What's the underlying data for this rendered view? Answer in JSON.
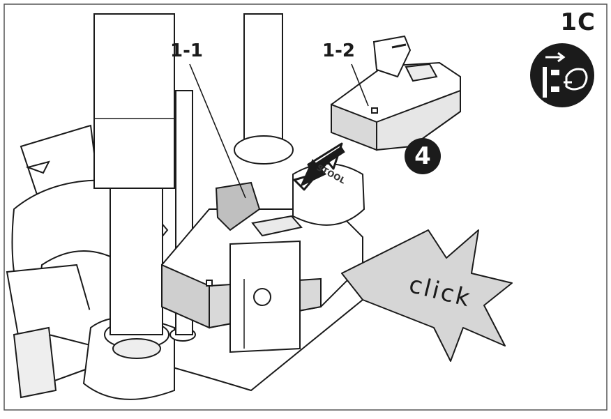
{
  "figure": {
    "id": "1C",
    "labels": {
      "part_1_1": "1-1",
      "part_1_2": "1-2"
    },
    "step_number": "4",
    "action_text": "click",
    "brand_text": "STOOL"
  },
  "icons": {
    "safety_icon": "unplug-power-icon",
    "step_badge": "step-number-badge",
    "starburst": "click-starburst"
  },
  "colors": {
    "line": "#1a1a1a",
    "fill_light": "#ffffff",
    "fill_grey": "#d9d9d9",
    "fill_dark_grey": "#bfbfbf",
    "badge": "#1b1b1b"
  }
}
